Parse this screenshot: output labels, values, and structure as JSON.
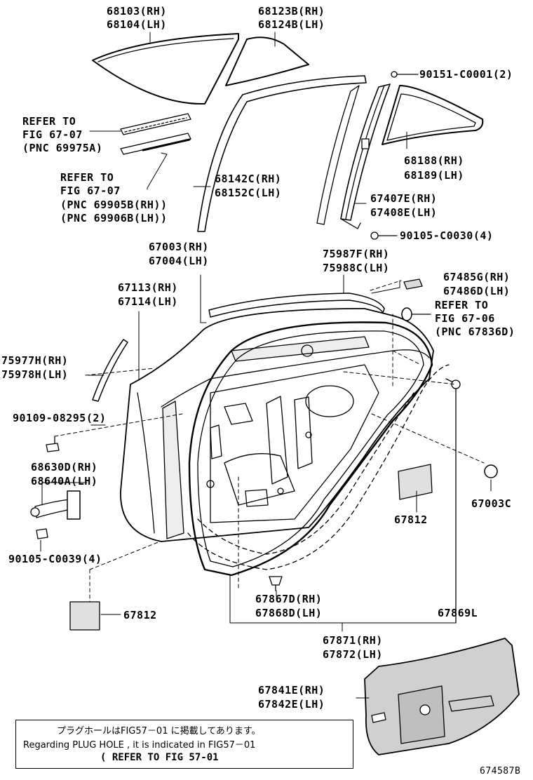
{
  "labels": {
    "p68103": "68103(RH)",
    "p68104": "68104(LH)",
    "p68123B": "68123B(RH)",
    "p68124B": "68124B(LH)",
    "p90151": "90151-C0001(2)",
    "ref1_a": "REFER TO",
    "ref1_b": "FIG 67-07",
    "ref1_c": "(PNC 69975A)",
    "p68188": "68188(RH)",
    "p68189": "68189(LH)",
    "ref2_a": "REFER TO",
    "ref2_b": "FIG 67-07",
    "ref2_c": "(PNC 69905B(RH))",
    "ref2_d": "(PNC 69906B(LH))",
    "p68142C": "68142C(RH)",
    "p68152C": "68152C(LH)",
    "p67407E": "67407E(RH)",
    "p67408E": "67408E(LH)",
    "p90105a": "90105-C0030(4)",
    "p67003": "67003(RH)",
    "p67004": "67004(LH)",
    "p75987F": "75987F(RH)",
    "p75988C": "75988C(LH)",
    "p67485G": "67485G(RH)",
    "p67486D": "67486D(LH)",
    "ref3_a": "REFER TO",
    "ref3_b": "FIG 67-06",
    "ref3_c": "(PNC 67836D)",
    "p67113": "67113(RH)",
    "p67114": "67114(LH)",
    "p75977H": "75977H(RH)",
    "p75978H": "75978H(LH)",
    "p90109": "90109-08295(2)",
    "p68630D": "68630D(RH)",
    "p68640A": "68640A(LH)",
    "p67812a": "67812",
    "p67003C": "67003C",
    "p90105b": "90105-C0039(4)",
    "p67867D": "67867D(RH)",
    "p67868D": "67868D(LH)",
    "p67869L": "67869L",
    "p67812b": "67812",
    "p67871": "67871(RH)",
    "p67872": "67872(LH)",
    "p67841E": "67841E(RH)",
    "p67842E": "67842E(LH)",
    "diagram_id": "674587B"
  },
  "note": {
    "line1": "プラグホールはFIG57－01 に掲載してあります。",
    "line2": "Regarding  PLUG  HOLE  , it  is  indicated  in  FIG57－01",
    "line3": "(   REFER TO FIG 57-01"
  },
  "colors": {
    "ink": "#000000",
    "panel_fill": "#d0d0d0",
    "background": "#ffffff"
  }
}
